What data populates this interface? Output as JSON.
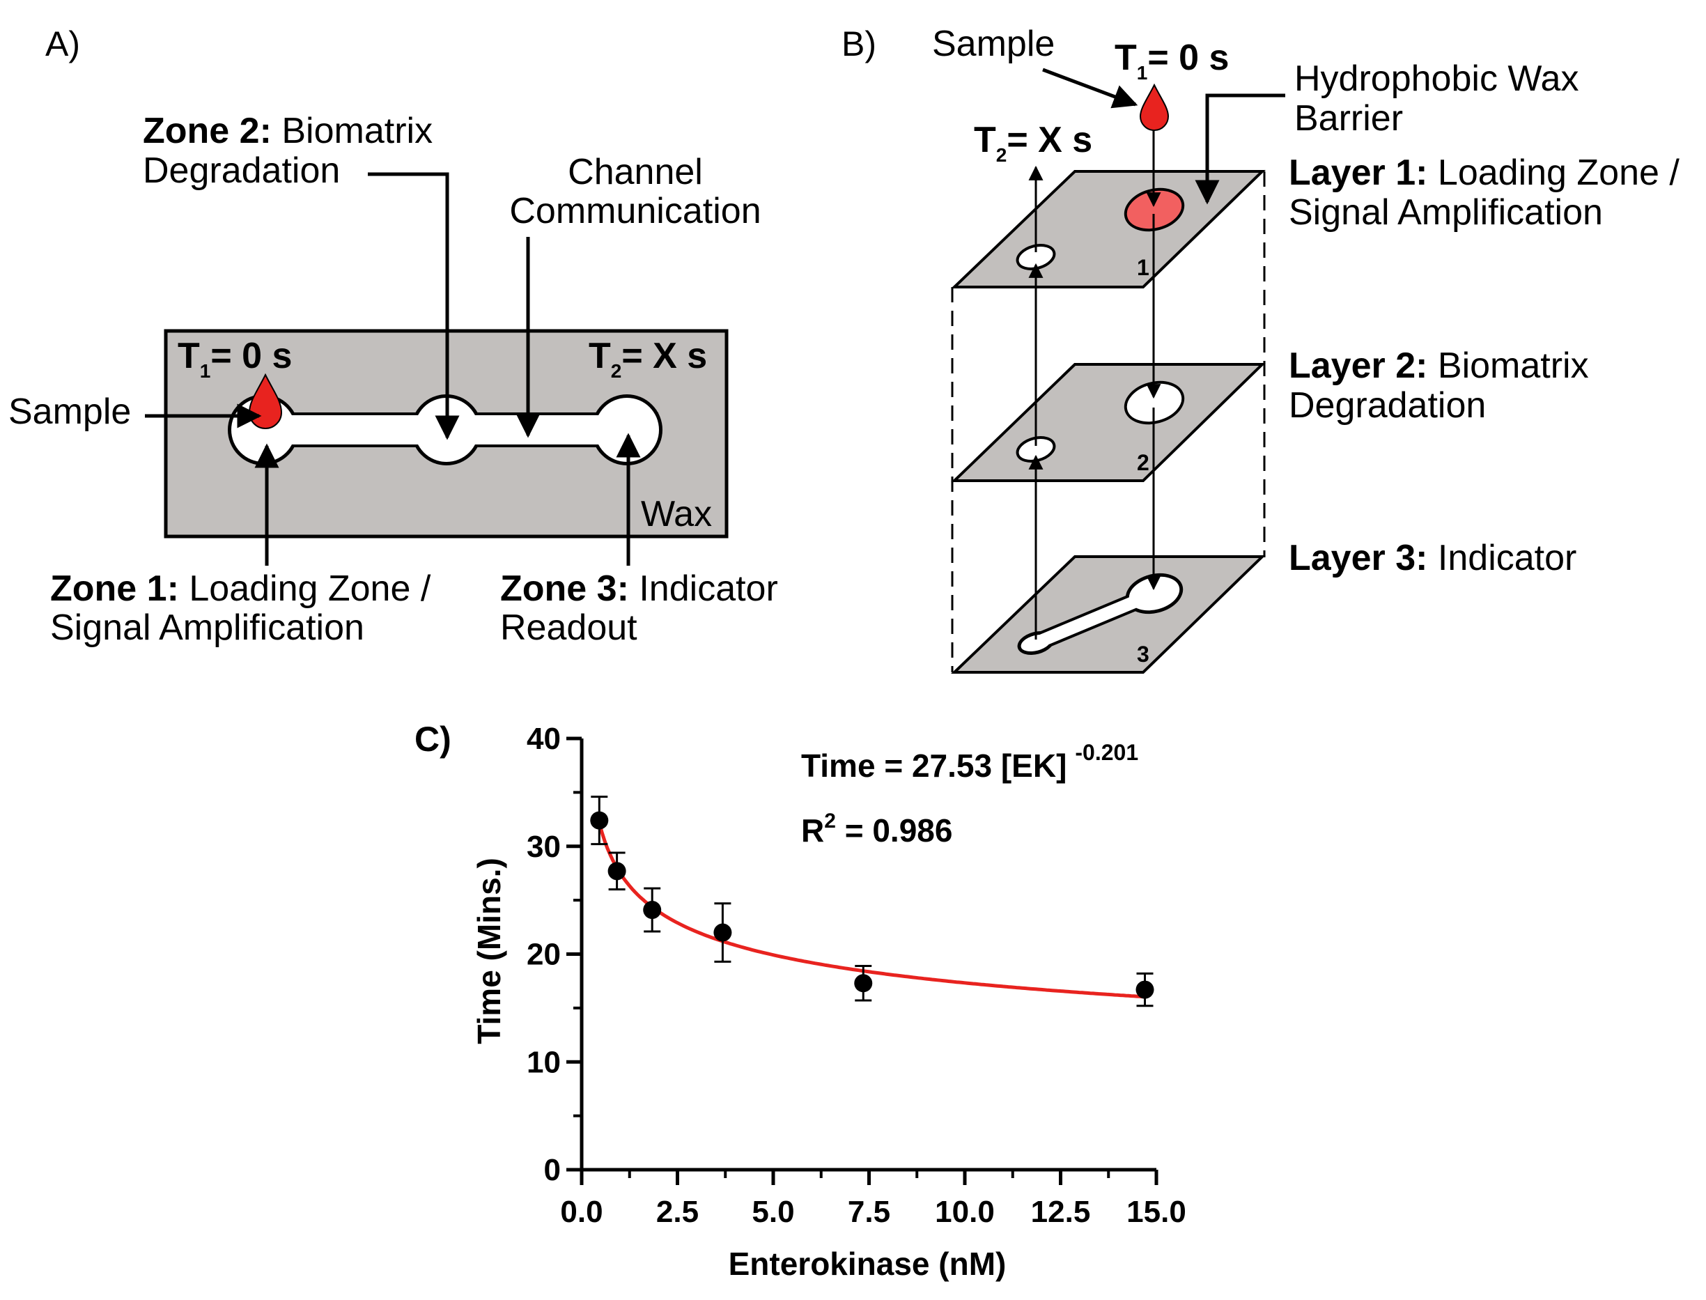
{
  "colors": {
    "wax": "#c2bfbd",
    "accent": "#e8231f",
    "sample_fill": "#f26060"
  },
  "panel_a": {
    "label": "A)",
    "zone2_bold": "Zone 2:",
    "zone2_rest": " Biomatrix",
    "zone2_line2": "Degradation",
    "channel_line1": "Channel",
    "channel_line2": "Communication",
    "t1_T": "T",
    "t1_sub": "1",
    "t1_rest": "= 0 s",
    "t2_T": "T",
    "t2_sub": "2",
    "t2_rest": "= X s",
    "sample": "Sample",
    "wax": "Wax",
    "zone1_bold": "Zone 1:",
    "zone1_rest": " Loading Zone /",
    "zone1_line2": "Signal Amplification",
    "zone3_bold": "Zone 3:",
    "zone3_rest": " Indicator",
    "zone3_line2": "Readout"
  },
  "panel_b": {
    "label": "B)",
    "sample": "Sample",
    "t1_T": "T",
    "t1_sub": "1",
    "t1_rest": "= 0 s",
    "t2_T": "T",
    "t2_sub": "2",
    "t2_rest": "= X s",
    "wax_line1": "Hydrophobic Wax",
    "wax_line2": "Barrier",
    "layer1_bold": "Layer 1:",
    "layer1_rest": " Loading Zone /",
    "layer1_line2": "Signal Amplification",
    "layer2_bold": "Layer 2:",
    "layer2_rest": " Biomatrix",
    "layer2_line2": "Degradation",
    "layer3_bold": "Layer 3:",
    "layer3_rest": " Indicator",
    "sheet_numbers": [
      "1",
      "2",
      "3"
    ]
  },
  "panel_c": {
    "label": "C)"
  },
  "chart_data": {
    "type": "scatter",
    "title": "",
    "xlabel": "Enterokinase (nM)",
    "ylabel": "Time (Mins.)",
    "xlim": [
      0,
      15
    ],
    "ylim": [
      0,
      40
    ],
    "x_ticks": [
      "0.0",
      "2.5",
      "5.0",
      "7.5",
      "10.0",
      "12.5",
      "15.0"
    ],
    "y_ticks": [
      "0",
      "10",
      "20",
      "30",
      "40"
    ],
    "points": [
      {
        "x": 0.46,
        "y": 32.4,
        "err": 2.2
      },
      {
        "x": 0.92,
        "y": 27.7,
        "err": 1.7
      },
      {
        "x": 1.84,
        "y": 24.1,
        "err": 2.0
      },
      {
        "x": 3.68,
        "y": 22.0,
        "err": 2.7
      },
      {
        "x": 7.35,
        "y": 17.3,
        "err": 1.6
      },
      {
        "x": 14.7,
        "y": 16.7,
        "err": 1.5
      }
    ],
    "fit": {
      "type": "power",
      "a": 27.53,
      "b": -0.201,
      "color": "#e8231f"
    },
    "eq_main": "Time = 27.53 [EK]",
    "eq_exp": "-0.201",
    "r2_R": "R",
    "r2_sup": "2",
    "r2_rest": " = 0.986"
  }
}
